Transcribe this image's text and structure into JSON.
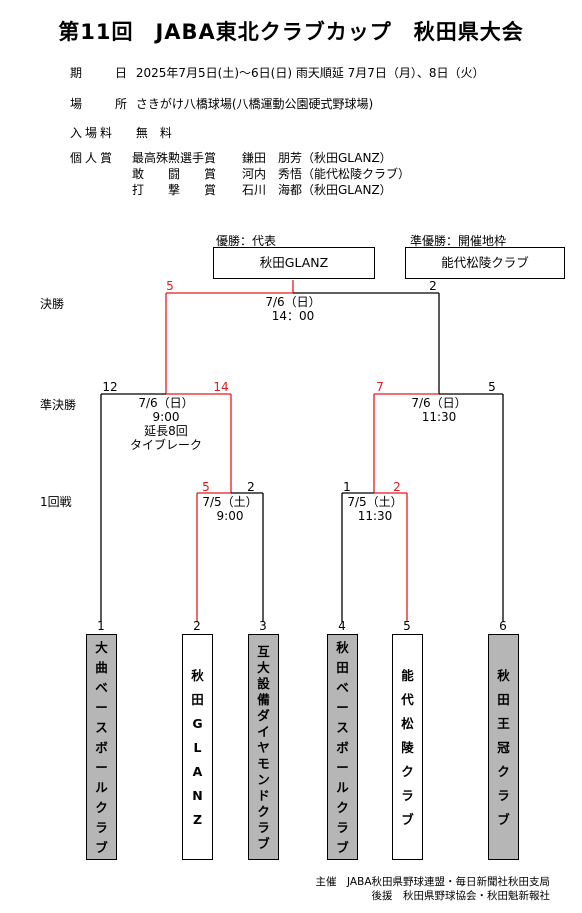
{
  "title": "第11回　JABA東北クラブカップ　秋田県大会",
  "info": {
    "date_label": "期　　日",
    "date_value": "2025年7月5日(土)～6日(日) 雨天順延 7月7日（月）、8日（火）",
    "venue_label": "場　　所",
    "venue_value": "さきがけ八橋球場(八橋運動公園硬式野球場)",
    "fee_label": "入場料",
    "fee_value": "無　料",
    "awards_label": "個人賞",
    "awards": [
      {
        "name": "最高殊勲選手賞",
        "winner": "鎌田　朋芳（秋田GLANZ）"
      },
      {
        "name": "敢　　闘　　賞",
        "winner": "河内　秀悟（能代松陵クラブ）"
      },
      {
        "name": "打　　撃　　賞",
        "winner": "石川　海都（秋田GLANZ）"
      }
    ]
  },
  "results": {
    "champion_label": "優勝：代表",
    "champion": "秋田GLANZ",
    "runnerup_label": "準優勝：開催地枠",
    "runnerup": "能代松陵クラブ"
  },
  "rounds": {
    "final": "決勝",
    "semi": "準決勝",
    "first": "1回戦"
  },
  "games": {
    "final": {
      "left_score": "5",
      "right_score": "2",
      "date": "7/6（日）",
      "time": "14：00"
    },
    "semi_left": {
      "left_score": "12",
      "right_score": "14",
      "date": "7/6（日）",
      "time": "9:00",
      "note1": "延長8回",
      "note2": "タイブレーク"
    },
    "semi_right": {
      "left_score": "7",
      "right_score": "5",
      "date": "7/6（日）",
      "time": "11:30"
    },
    "first_left": {
      "left_score": "5",
      "right_score": "2",
      "date": "7/5（土）",
      "time": "9:00"
    },
    "first_right": {
      "left_score": "1",
      "right_score": "2",
      "date": "7/5（土）",
      "time": "11:30"
    }
  },
  "teams": [
    {
      "seed": "1",
      "name": "大曲ベースボールクラブ",
      "gray": true
    },
    {
      "seed": "2",
      "name": "秋田GLANZ",
      "gray": false
    },
    {
      "seed": "3",
      "name": "互大設備ダイヤモンドクラブ",
      "gray": true
    },
    {
      "seed": "4",
      "name": "秋田ベースボールクラブ",
      "gray": true
    },
    {
      "seed": "5",
      "name": "能代松陵クラブ",
      "gray": false
    },
    {
      "seed": "6",
      "name": "秋田王冠クラブ",
      "gray": true
    }
  ],
  "credits": {
    "organizer": "主催　JABA秋田県野球連盟・毎日新聞社秋田支局",
    "support": "後援　秋田県野球協会・秋田魁新報社"
  },
  "colors": {
    "winner_line": "#e31b1b",
    "loser_line": "#000000",
    "team_fill": "#b6b6b6"
  }
}
